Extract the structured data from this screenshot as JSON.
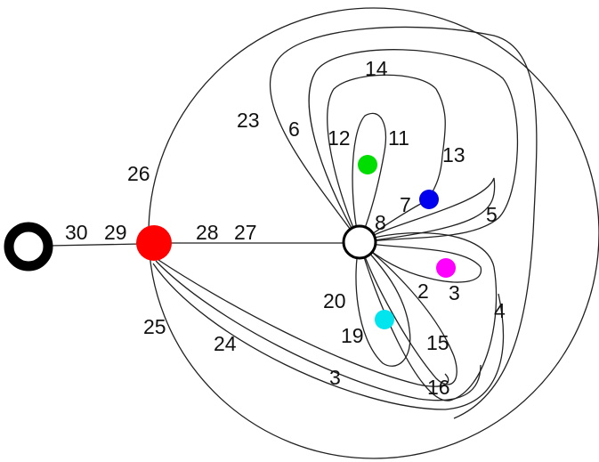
{
  "nodes": {
    "outer_ring": {
      "color": "#000000"
    },
    "red_vertex": {
      "color": "#ff0000"
    },
    "center_vertex": {
      "color": "#ffffff"
    },
    "green_dot": {
      "color": "#00dd00"
    },
    "blue_dot": {
      "color": "#0000ee"
    },
    "magenta_dot": {
      "color": "#ff00ff"
    },
    "cyan_dot": {
      "color": "#00e5ee"
    }
  },
  "labels": {
    "l30": "30",
    "l29": "29",
    "l28": "28",
    "l27": "27",
    "l26": "26",
    "l25": "25",
    "l24": "24",
    "l23": "23",
    "l14": "14",
    "l6": "6",
    "l12": "12",
    "l11": "11",
    "l13": "13",
    "l7": "7",
    "l8": "8",
    "l5": "5",
    "l2": "2",
    "l3a": "3",
    "l4": "4",
    "l20": "20",
    "l19": "19",
    "l15": "15",
    "l3b": "3",
    "l16": "16"
  }
}
